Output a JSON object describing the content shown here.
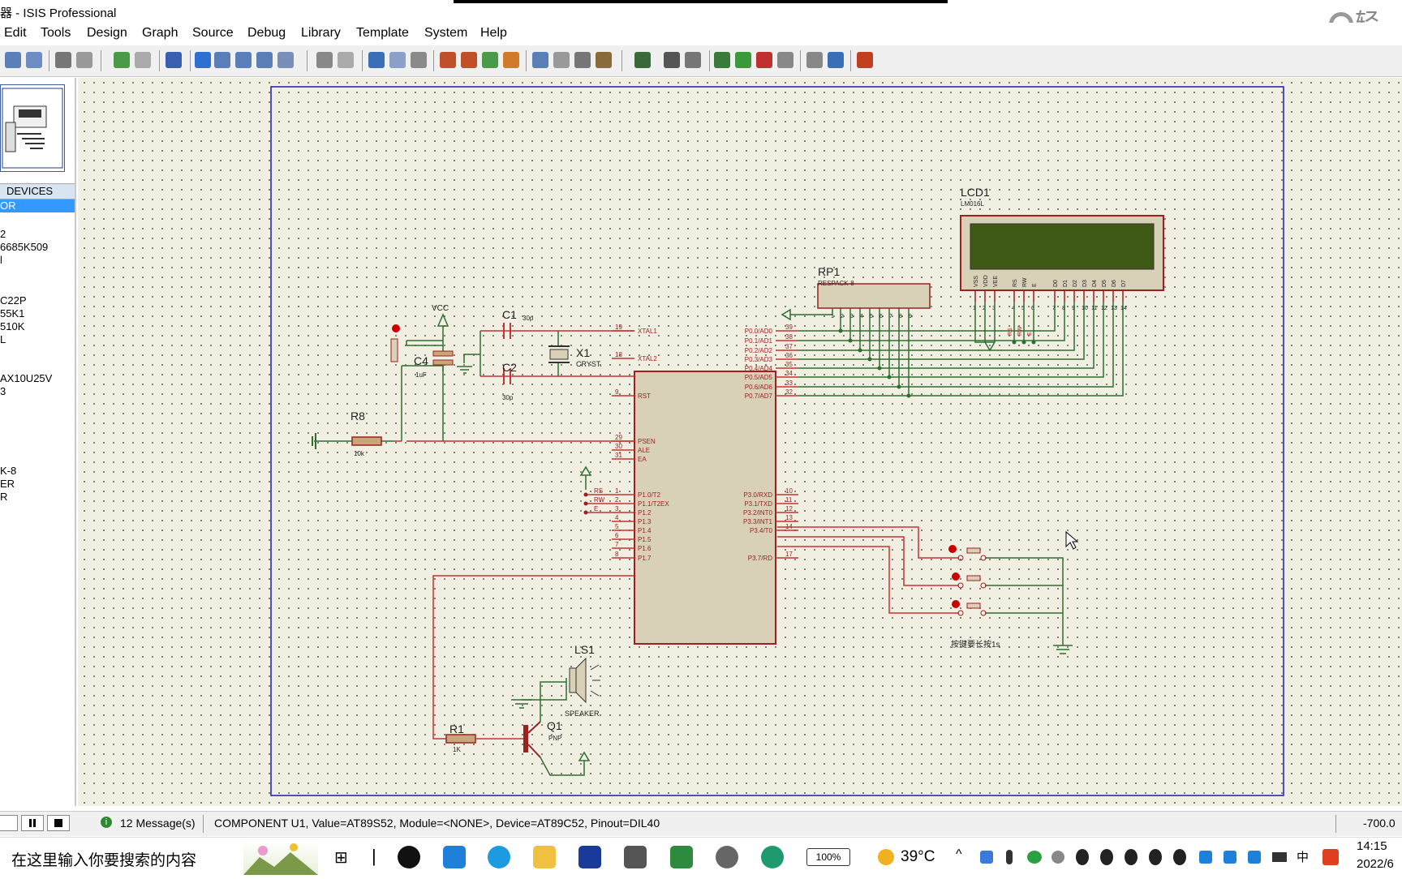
{
  "window": {
    "title": "器 - ISIS Professional",
    "badge": "轻"
  },
  "menu": [
    "Edit",
    "Tools",
    "Design",
    "Graph",
    "Source",
    "Debug",
    "Library",
    "Template",
    "System",
    "Help"
  ],
  "devices": {
    "header": "DEVICES",
    "selected": "OR",
    "items": [
      "2",
      "6685K509",
      "l",
      "",
      "C22P",
      "55K1",
      "510K",
      "L",
      "",
      "AX10U25V",
      "3",
      "",
      "",
      "K-8",
      "ER",
      "R"
    ]
  },
  "schematic": {
    "labels": {
      "vcc": "VCC",
      "c1": "C1",
      "c1_val": "30p",
      "c2": "C2",
      "c2_val": "30p",
      "c4": "C4",
      "c4_val": "1uF",
      "x1": "X1",
      "x1_val": "CRYST.",
      "r8": "R8",
      "r8_val": "10k",
      "rp1": "RP1",
      "rp1_val": "RESPACK-8",
      "lcd1": "LCD1",
      "lcd1_val": "LM016L",
      "ls1": "LS1",
      "ls1_val": "SPEAKER",
      "r1": "R1",
      "r1_val": "1K",
      "q1": "Q1",
      "q1_val": "PNP",
      "button_note": "按键要长按1s"
    },
    "u1_left_pins": [
      {
        "num": "19",
        "name": "XTAL1"
      },
      {
        "num": "18",
        "name": "XTAL2"
      },
      {
        "num": "9",
        "name": "RST"
      },
      {
        "num": "29",
        "name": "PSEN"
      },
      {
        "num": "30",
        "name": "ALE"
      },
      {
        "num": "31",
        "name": "EA"
      },
      {
        "num": "1",
        "name": "P1.0/T2"
      },
      {
        "num": "2",
        "name": "P1.1/T2EX"
      },
      {
        "num": "3",
        "name": "P1.2"
      },
      {
        "num": "4",
        "name": "P1.3"
      },
      {
        "num": "5",
        "name": "P1.4"
      },
      {
        "num": "6",
        "name": "P1.5"
      },
      {
        "num": "7",
        "name": "P1.6"
      },
      {
        "num": "8",
        "name": "P1.7"
      }
    ],
    "u1_right_pins": [
      {
        "num": "39",
        "name": "P0.0/AD0"
      },
      {
        "num": "38",
        "name": "P0.1/AD1"
      },
      {
        "num": "37",
        "name": "P0.2/AD2"
      },
      {
        "num": "36",
        "name": "P0.3/AD3"
      },
      {
        "num": "35",
        "name": "P0.4/AD4"
      },
      {
        "num": "34",
        "name": "P0.5/AD5"
      },
      {
        "num": "33",
        "name": "P0.6/AD6"
      },
      {
        "num": "32",
        "name": "P0.7/AD7"
      },
      {
        "num": "10",
        "name": "P3.0/RXD"
      },
      {
        "num": "11",
        "name": "P3.1/TXD"
      },
      {
        "num": "12",
        "name": "P3.2/INT0"
      },
      {
        "num": "13",
        "name": "P3.3/INT1"
      },
      {
        "num": "14",
        "name": "P3.4/T0"
      },
      {
        "num": "17",
        "name": "P3.7/RD"
      }
    ],
    "p1_net_labels": [
      "RS",
      "RW",
      "E"
    ],
    "lcd_pins": [
      "VSS",
      "VDD",
      "VEE",
      "RS",
      "RW",
      "E",
      "D0",
      "D1",
      "D2",
      "D3",
      "D4",
      "D5",
      "D6",
      "D7"
    ],
    "lcd_pin_nums": [
      "1",
      "2",
      "3",
      "4",
      "5",
      "6",
      "7",
      "8",
      "9",
      "10",
      "11",
      "12",
      "13",
      "14"
    ],
    "rp1_pins": [
      "1",
      "2",
      "3",
      "4",
      "5",
      "6",
      "7",
      "8",
      "9"
    ],
    "lcd_net_labels": [
      "RS",
      "RW",
      "E"
    ]
  },
  "statusbar": {
    "messages": "12 Message(s)",
    "text": "COMPONENT U1, Value=AT89S52, Module=<NONE>, Device=AT89C52, Pinout=DIL40",
    "coord": "-700.0"
  },
  "taskbar": {
    "search_placeholder": "在这里输入你要搜索的内容",
    "battery": "100%",
    "weather": "39°C",
    "time": "14:15",
    "date": "2022/6",
    "ime": "中"
  },
  "colors": {
    "wire_red": "#c83232",
    "wire_green": "#2e6e2e",
    "component": "#9b2020",
    "canvas": "#f1efe2",
    "lcd_screen": "#3e5a16"
  }
}
